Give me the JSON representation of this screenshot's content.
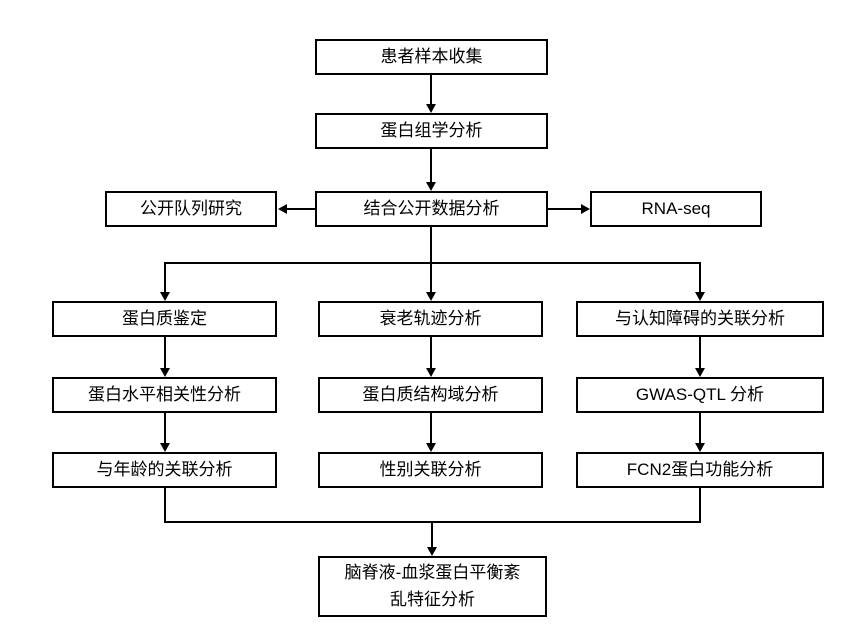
{
  "diagram": {
    "type": "flowchart",
    "background_color": "#ffffff",
    "line_color": "#000000",
    "box_border_color": "#000000",
    "text_color": "#000000",
    "nodes": {
      "patient_sample_collection": {
        "label": "患者样本收集"
      },
      "proteomics_analysis": {
        "label": "蛋白组学分析"
      },
      "public_cohort_study": {
        "label": "公开队列研究"
      },
      "combined_public_data_analysis": {
        "label": "结合公开数据分析"
      },
      "rna_seq": {
        "label": "RNA-seq"
      },
      "protein_identification": {
        "label": "蛋白质鉴定"
      },
      "aging_trajectory_analysis": {
        "label": "衰老轨迹分析"
      },
      "cognitive_impairment_association": {
        "label": "与认知障碍的关联分析"
      },
      "protein_level_correlation": {
        "label": "蛋白水平相关性分析"
      },
      "protein_domain_analysis": {
        "label": "蛋白质结构域分析"
      },
      "gwas_qtl_analysis": {
        "label": "GWAS-QTL 分析"
      },
      "age_association_analysis": {
        "label": "与年龄的关联分析"
      },
      "sex_association_analysis": {
        "label": "性别关联分析"
      },
      "fcn2_protein_function": {
        "label": "FCN2蛋白功能分析"
      },
      "csf_plasma_balance": {
        "label": "脑脊液-血浆蛋白平衡紊乱特征分析",
        "line1": "脑脊液-血浆蛋白平衡紊",
        "line2": "乱特征分析"
      }
    },
    "edges": [
      {
        "from": "patient_sample_collection",
        "to": "proteomics_analysis"
      },
      {
        "from": "proteomics_analysis",
        "to": "combined_public_data_analysis"
      },
      {
        "from": "combined_public_data_analysis",
        "to": "public_cohort_study"
      },
      {
        "from": "combined_public_data_analysis",
        "to": "rna_seq"
      },
      {
        "from": "combined_public_data_analysis",
        "to": "protein_identification"
      },
      {
        "from": "combined_public_data_analysis",
        "to": "aging_trajectory_analysis"
      },
      {
        "from": "combined_public_data_analysis",
        "to": "cognitive_impairment_association"
      },
      {
        "from": "protein_identification",
        "to": "protein_level_correlation"
      },
      {
        "from": "protein_level_correlation",
        "to": "age_association_analysis"
      },
      {
        "from": "aging_trajectory_analysis",
        "to": "protein_domain_analysis"
      },
      {
        "from": "protein_domain_analysis",
        "to": "sex_association_analysis"
      },
      {
        "from": "cognitive_impairment_association",
        "to": "gwas_qtl_analysis"
      },
      {
        "from": "gwas_qtl_analysis",
        "to": "fcn2_protein_function"
      },
      {
        "from": "age_association_analysis",
        "to": "csf_plasma_balance"
      },
      {
        "from": "fcn2_protein_function",
        "to": "csf_plasma_balance"
      }
    ]
  }
}
